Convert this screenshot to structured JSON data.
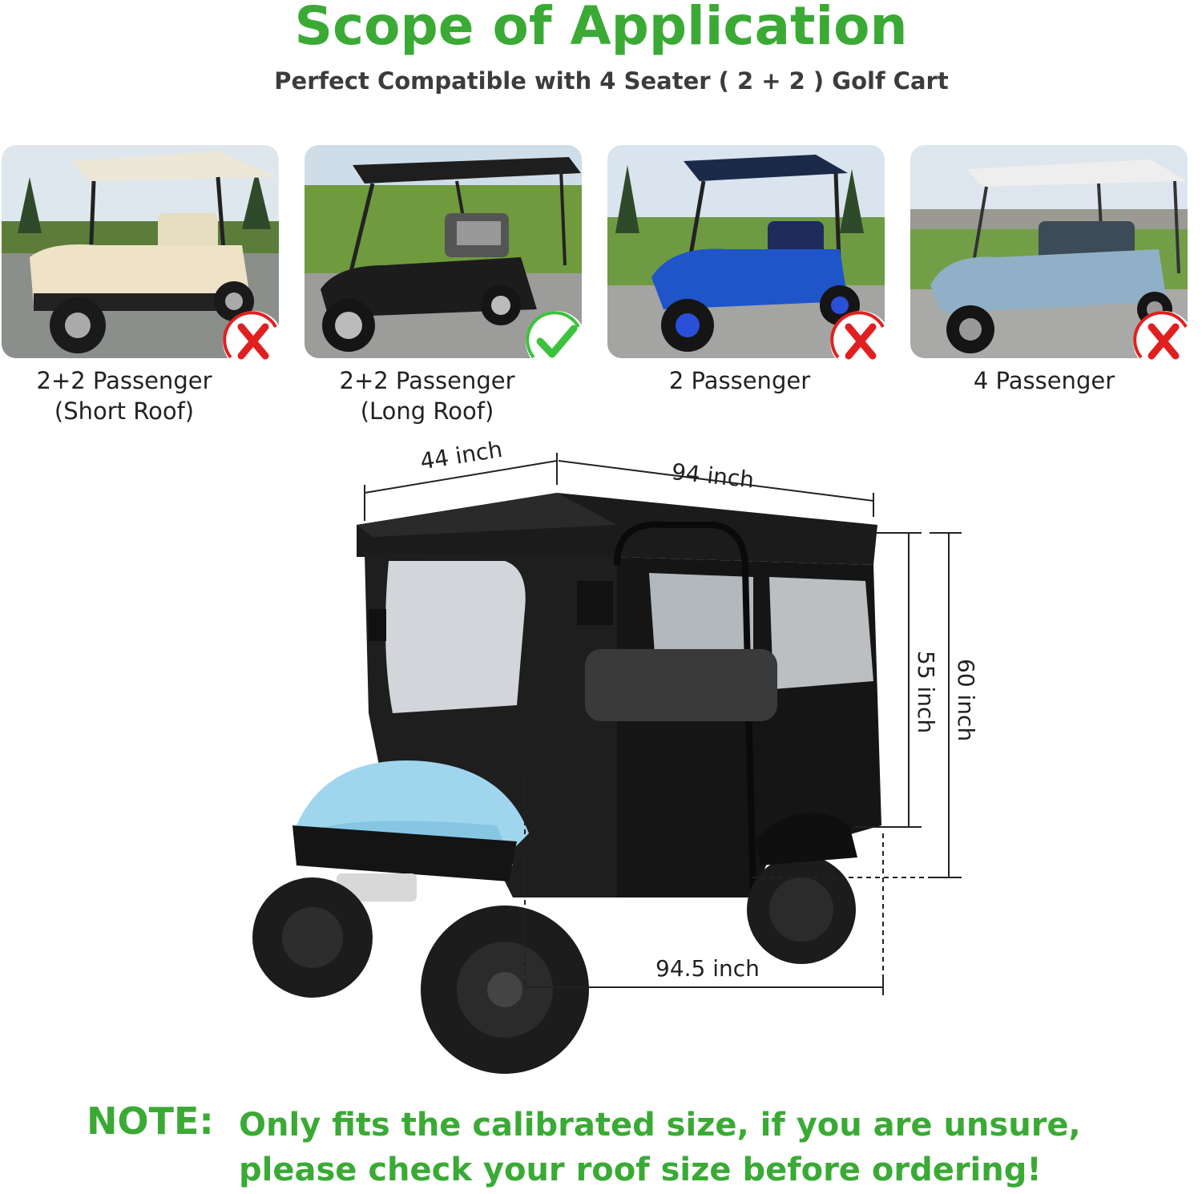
{
  "header": {
    "title": "Scope of Application",
    "subtitle": "Perfect Compatible with 4 Seater ( 2 + 2 ) Golf Cart"
  },
  "options": [
    {
      "line1": "2+2 Passenger",
      "line2": "(Short Roof)",
      "status": "incompatible",
      "roof": "#ece7d6",
      "body": "#eee3c6"
    },
    {
      "line1": "2+2 Passenger",
      "line2": "(Long Roof)",
      "status": "compatible",
      "roof": "#1e1e1e",
      "body": "#1c1c1c"
    },
    {
      "line1": "2 Passenger",
      "line2": "",
      "status": "incompatible",
      "roof": "#1c2a4a",
      "body": "#1f55c8"
    },
    {
      "line1": "4 Passenger",
      "line2": "",
      "status": "incompatible",
      "roof": "#eeeeee",
      "body": "#8fb0c6"
    }
  ],
  "dimensions": {
    "roof_front": "44 inch",
    "roof_length": "94 inch",
    "height_inner": "55 inch",
    "height_total": "60 inch",
    "length": "94.5 inch"
  },
  "note": {
    "label": "NOTE:",
    "line1": "Only fits the calibrated size, if you are unsure,",
    "line2": "please check your roof size before ordering!"
  },
  "colors": {
    "brand_green": "#3aaa35",
    "error_red": "#e02020",
    "check_green": "#3cc23c"
  }
}
